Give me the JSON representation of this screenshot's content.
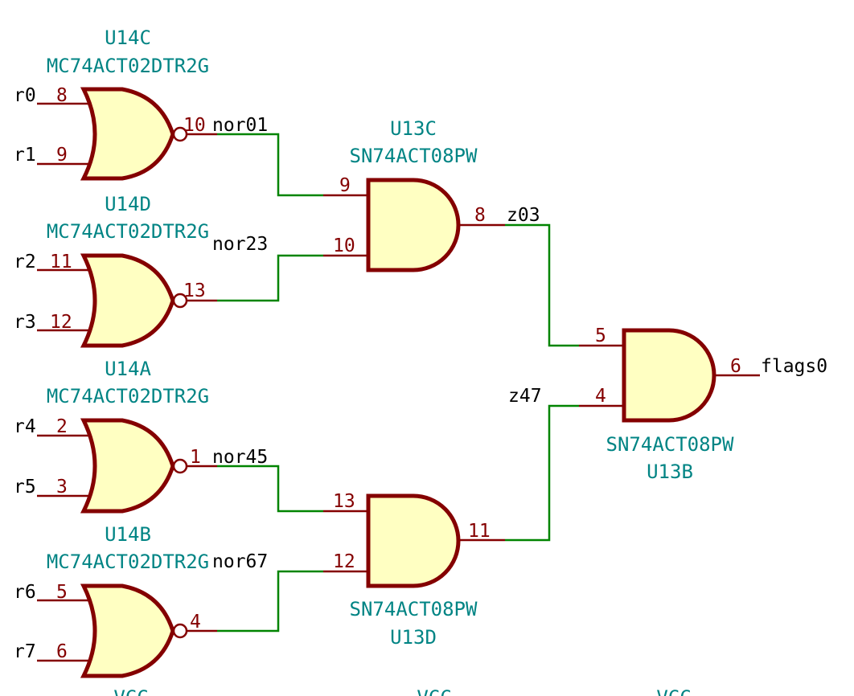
{
  "colors": {
    "background": "#ffffff",
    "component_body": "#ffffc2",
    "component_outline": "#840000",
    "wire": "#008400",
    "reference_text": "#008484",
    "net_label_text": "#000000"
  },
  "nor_gates": [
    {
      "ref": "U14C",
      "value": "MC74ACT02DTR2G",
      "in_a": {
        "pin": "8",
        "net": "r0"
      },
      "in_b": {
        "pin": "9",
        "net": "r1"
      },
      "out": {
        "pin": "10",
        "net": "nor01"
      }
    },
    {
      "ref": "U14D",
      "value": "MC74ACT02DTR2G",
      "in_a": {
        "pin": "11",
        "net": "r2"
      },
      "in_b": {
        "pin": "12",
        "net": "r3"
      },
      "out": {
        "pin": "13",
        "net": "nor23"
      }
    },
    {
      "ref": "U14A",
      "value": "MC74ACT02DTR2G",
      "in_a": {
        "pin": "2",
        "net": "r4"
      },
      "in_b": {
        "pin": "3",
        "net": "r5"
      },
      "out": {
        "pin": "1",
        "net": "nor45"
      }
    },
    {
      "ref": "U14B",
      "value": "MC74ACT02DTR2G",
      "in_a": {
        "pin": "5",
        "net": "r6"
      },
      "in_b": {
        "pin": "6",
        "net": "r7"
      },
      "out": {
        "pin": "4",
        "net": "nor67"
      }
    }
  ],
  "and_gates": [
    {
      "ref": "U13C",
      "value": "SN74ACT08PW",
      "in_a": {
        "pin": "9"
      },
      "in_b": {
        "pin": "10"
      },
      "out": {
        "pin": "8",
        "net": "z03"
      }
    },
    {
      "ref": "U13D",
      "value": "SN74ACT08PW",
      "in_a": {
        "pin": "13"
      },
      "in_b": {
        "pin": "12"
      },
      "out": {
        "pin": "11",
        "net": "z47"
      }
    },
    {
      "ref": "U13B",
      "value": "SN74ACT08PW",
      "in_a": {
        "pin": "5"
      },
      "in_b": {
        "pin": "4"
      },
      "out": {
        "pin": "6",
        "net": "flags0"
      }
    }
  ],
  "power_labels": [
    "VCC",
    "VCC",
    "VCC"
  ]
}
